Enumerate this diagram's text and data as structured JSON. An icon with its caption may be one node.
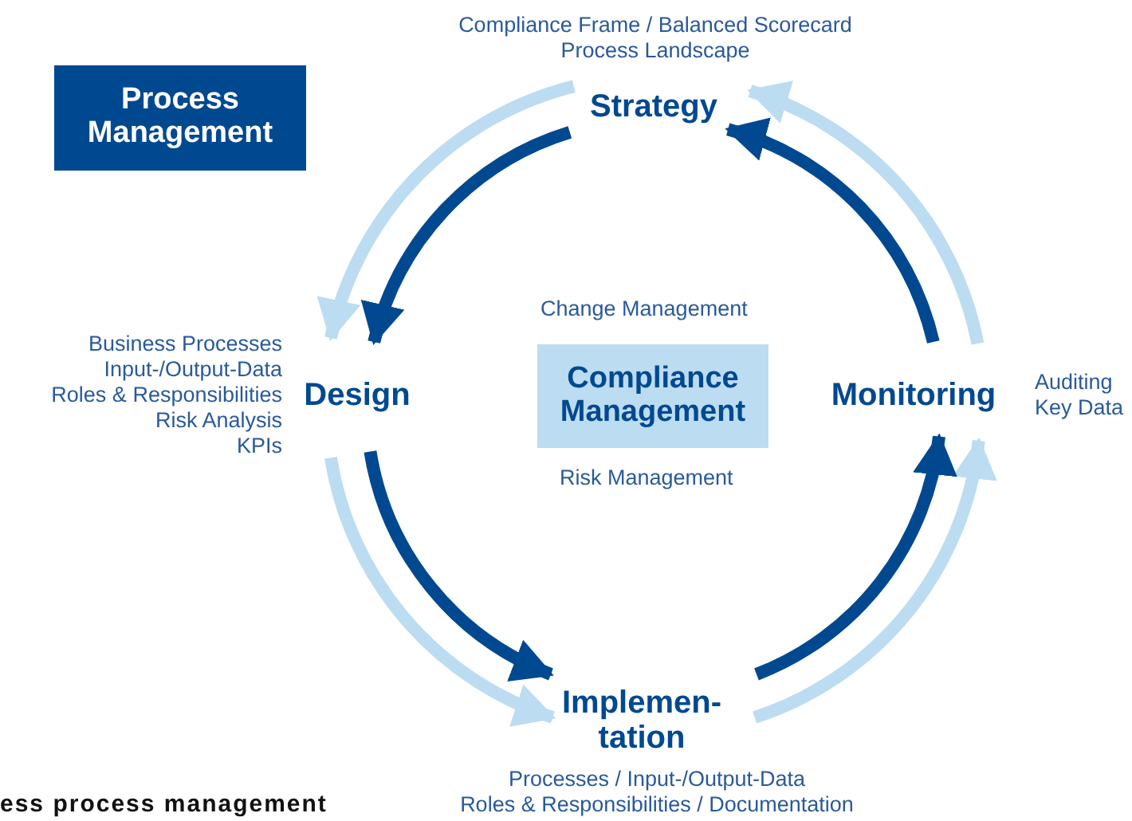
{
  "diagram": {
    "nodes": [
      {
        "text": [
          "Process Management"
        ]
      },
      {
        "text": [
          "Strategy"
        ],
        "beside": [
          "Compliance Frame / Balanced Scorecard",
          "Process Landscape"
        ]
      },
      {
        "text": [
          "Design"
        ],
        "beside": [
          "Business Processes",
          "Input-/Output-Data",
          "Roles & Responsibilities",
          "Risk Analysis",
          "KPIs"
        ]
      },
      {
        "text": [
          "Compliance Management"
        ]
      },
      {
        "text": [
          "Monitoring"
        ],
        "beside": [
          "Auditing",
          "Key Data"
        ]
      },
      {
        "text": [
          "Implemen- tation"
        ],
        "beside": [
          "Processes / Input-/Output-Data",
          "Roles & Responsibilities / Documentation"
        ]
      }
    ],
    "edges": [
      {
        "from": 1,
        "to": 2,
        "arrow": "to",
        "color": "#bcdcf2"
      },
      {
        "from": 1,
        "to": 2,
        "arrow": "to",
        "color": "#004990"
      },
      {
        "from": 2,
        "to": 5,
        "arrow": "to",
        "color": "#bcdcf2"
      },
      {
        "from": 2,
        "to": 5,
        "arrow": "to",
        "color": "#004990"
      },
      {
        "from": 5,
        "to": 4,
        "arrow": "to",
        "color": "#bcdcf2"
      },
      {
        "from": 5,
        "to": 4,
        "arrow": "to",
        "color": "#004990"
      },
      {
        "from": 4,
        "to": 1,
        "arrow": "to",
        "color": "#bcdcf2"
      },
      {
        "from": 4,
        "to": 1,
        "arrow": "to",
        "color": "#004990"
      }
    ],
    "labels": [
      "Change Management",
      "Risk Management",
      "ess process management"
    ]
  }
}
